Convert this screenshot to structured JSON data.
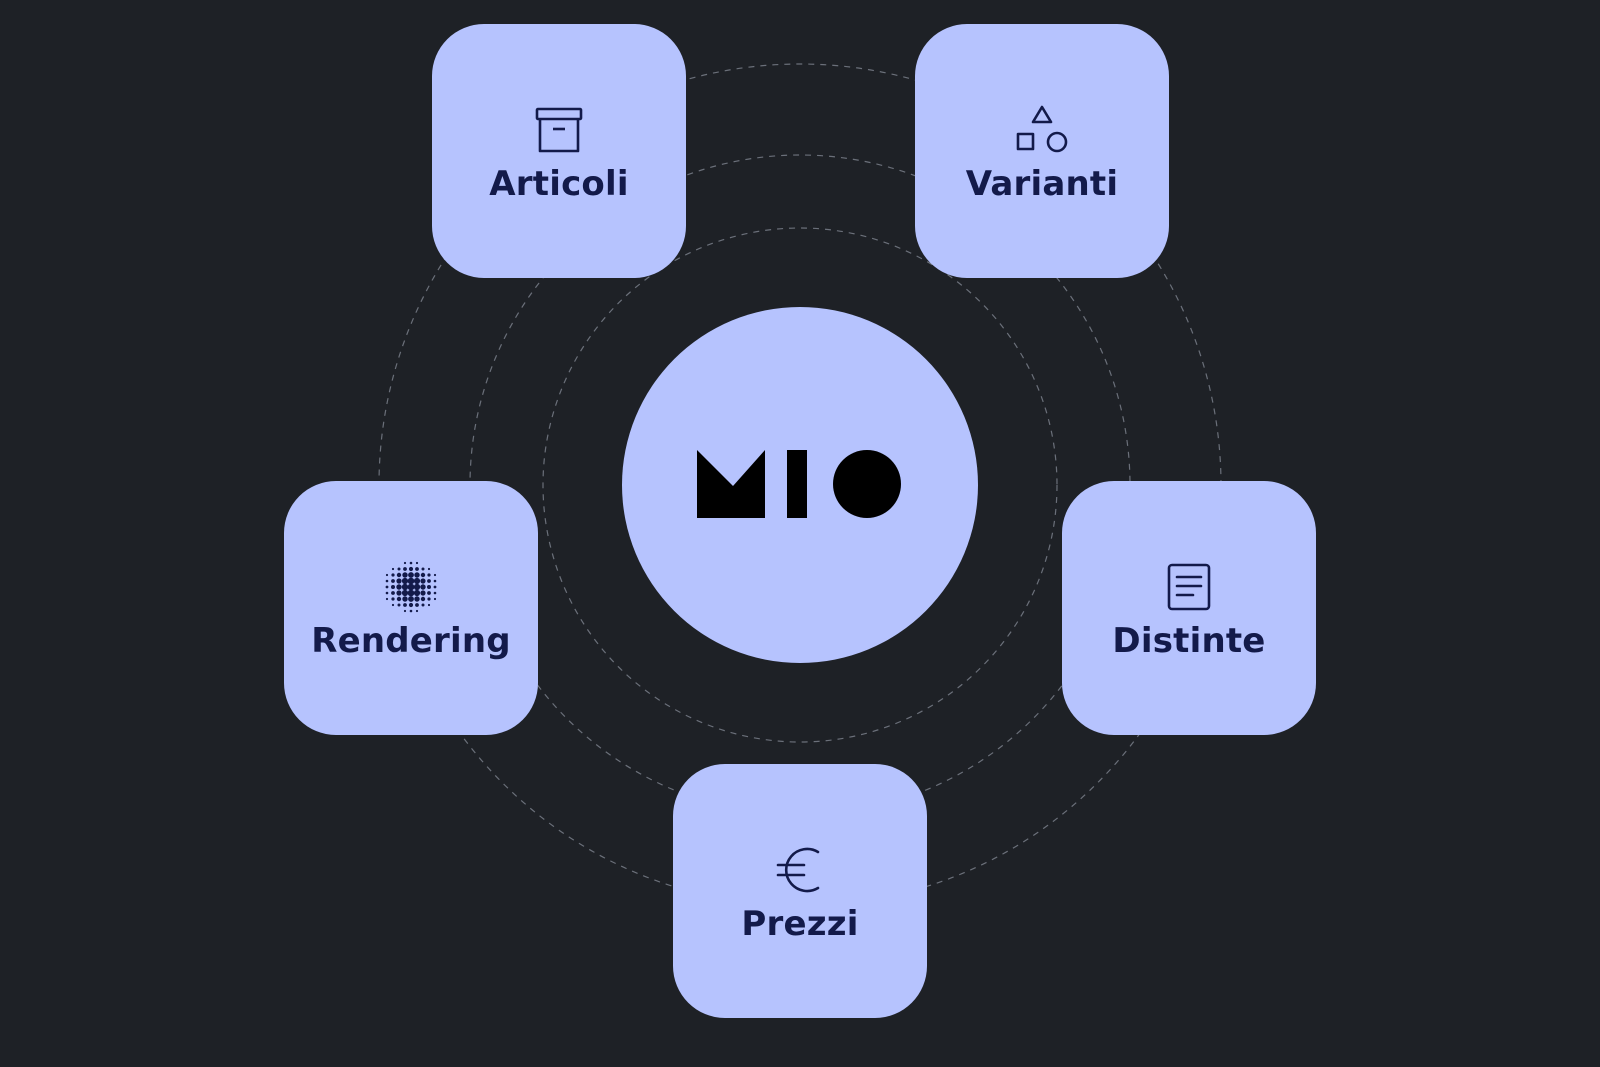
{
  "logo": {
    "text": "MIO"
  },
  "nodes": {
    "articoli": {
      "label": "Articoli",
      "icon": "archive-box-icon"
    },
    "varianti": {
      "label": "Varianti",
      "icon": "shapes-icon"
    },
    "rendering": {
      "label": "Rendering",
      "icon": "dot-sphere-icon"
    },
    "distinte": {
      "label": "Distinte",
      "icon": "document-list-icon"
    },
    "prezzi": {
      "label": "Prezzi",
      "icon": "euro-icon"
    }
  },
  "colors": {
    "background": "#1e2126",
    "card": "#b6c3fe",
    "label": "#131a4a",
    "ring": "#6b707a",
    "logo": "#000000"
  }
}
